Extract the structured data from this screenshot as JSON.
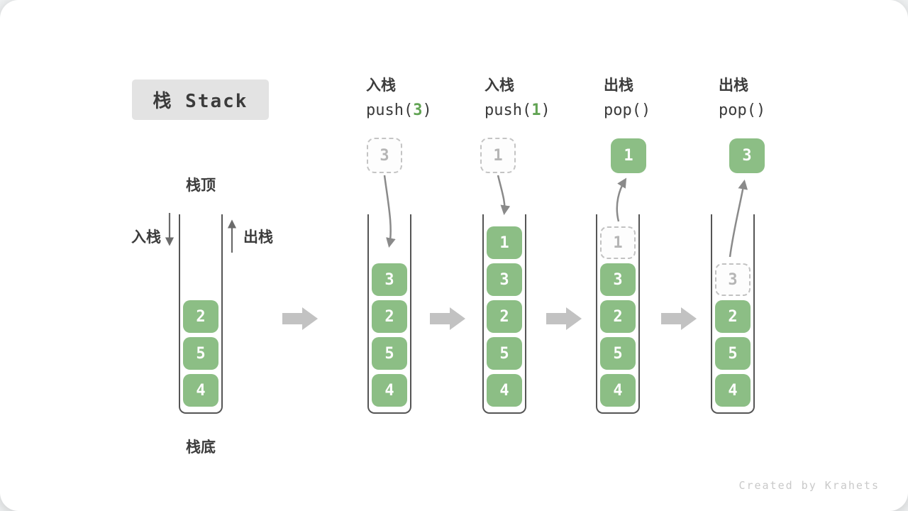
{
  "title": "栈 Stack",
  "watermark": "Created by Krahets",
  "annotations": {
    "stack_top": "栈顶",
    "stack_bottom": "栈底",
    "push": "入栈",
    "pop": "出栈"
  },
  "operations": [
    {
      "name": "入栈",
      "code_pre": "push(",
      "arg": "3",
      "code_post": ")"
    },
    {
      "name": "入栈",
      "code_pre": "push(",
      "arg": "1",
      "code_post": ")"
    },
    {
      "name": "出栈",
      "code_pre": "pop(",
      "arg": "",
      "code_post": ")"
    },
    {
      "name": "出栈",
      "code_pre": "pop(",
      "arg": "",
      "code_post": ")"
    }
  ],
  "floats": [
    {
      "value": "3",
      "style": "dashed"
    },
    {
      "value": "1",
      "style": "dashed"
    },
    {
      "value": "1",
      "style": "solid"
    },
    {
      "value": "3",
      "style": "solid"
    }
  ],
  "stacks": [
    {
      "blocks": [
        "2",
        "5",
        "4"
      ]
    },
    {
      "blocks": [
        "3",
        "2",
        "5",
        "4"
      ]
    },
    {
      "blocks": [
        "1",
        "3",
        "2",
        "5",
        "4"
      ]
    },
    {
      "blocks": [
        "1",
        "3",
        "2",
        "5",
        "4"
      ],
      "ghost_top": true
    },
    {
      "blocks": [
        "3",
        "2",
        "5",
        "4"
      ],
      "ghost_top": true
    }
  ],
  "colors": {
    "block_green": "#8cbe85",
    "code_arg_green": "#61a353",
    "flow_arrow_gray": "#c2c2c2",
    "curve_arrow_gray": "#8a8a8a",
    "title_bg": "#e3e3e3"
  }
}
